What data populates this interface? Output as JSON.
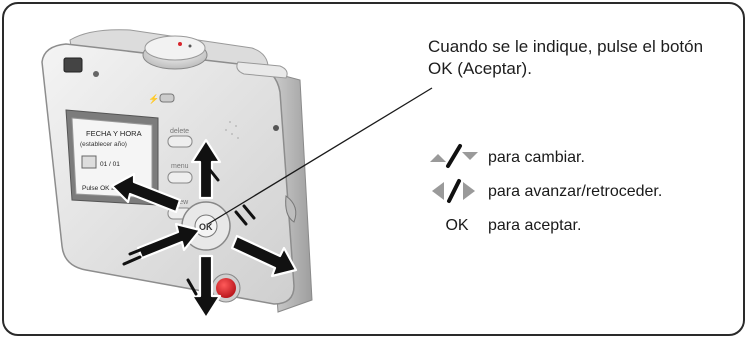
{
  "callout": {
    "text": "Cuando se le indique, pulse el botón OK (Aceptar)."
  },
  "screen": {
    "title": "FECHA Y HORA",
    "subtitle": "(establecer año)",
    "value": "01 / 01",
    "hint": "Pulse OK al finalizar"
  },
  "camera_labels": {
    "delete": "delete",
    "menu": "menu",
    "review": "review",
    "ok": "OK"
  },
  "legend": [
    {
      "icon": "up-down-arrows-icon",
      "text": "para cambiar."
    },
    {
      "icon": "left-right-arrows-icon",
      "text": "para avanzar/retroceder."
    },
    {
      "symbol": "OK",
      "text": "para aceptar."
    }
  ],
  "colors": {
    "arrow": "#111111",
    "camera_body": "#e4e4e4",
    "shutter_red": "#d81f26",
    "legend_arrow": "#9a9a9a"
  }
}
